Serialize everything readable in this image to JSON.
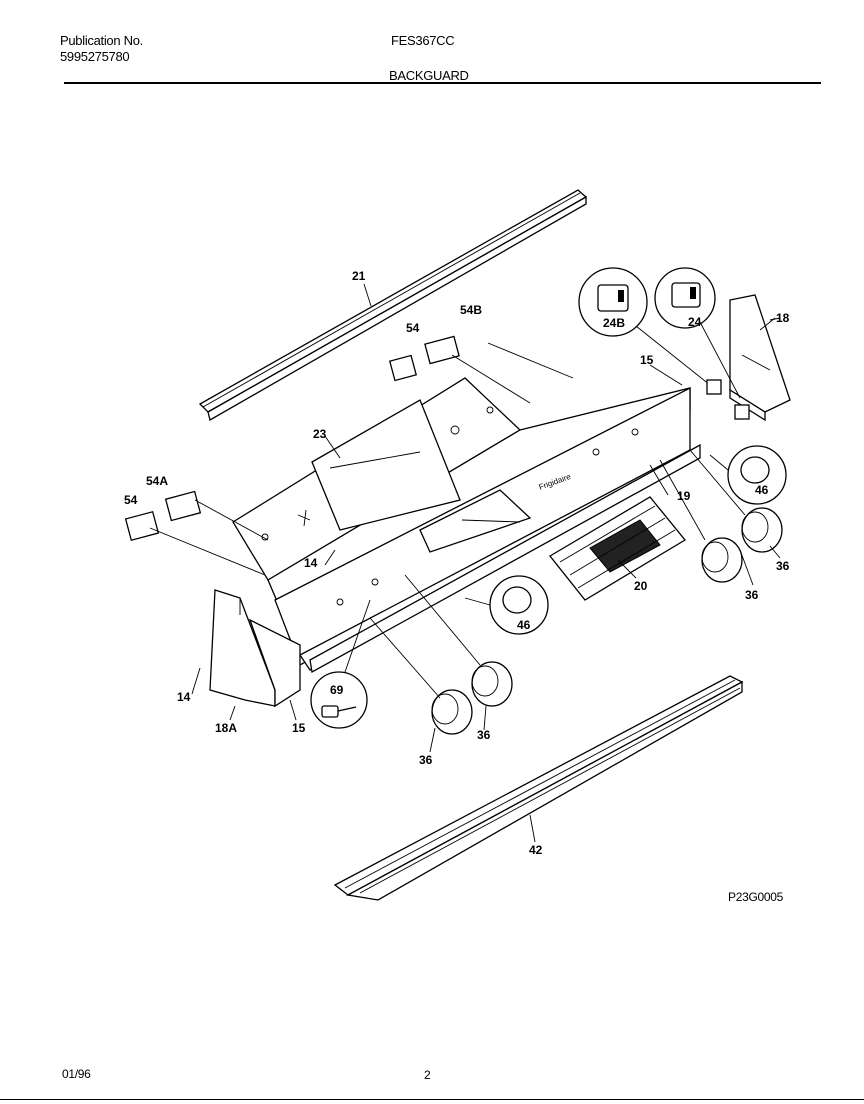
{
  "header": {
    "publication_label": "Publication No.",
    "publication_number": "5995275780",
    "model": "FES367CC",
    "section_title": "BACKGUARD"
  },
  "footer": {
    "date": "01/96",
    "page_number": "2",
    "drawing_code": "P23G0005"
  },
  "callouts": {
    "c21": "21",
    "c54_top": "54",
    "c54b": "54B",
    "c24b": "24B",
    "c24": "24",
    "c18": "18",
    "c15_right": "15",
    "c23": "23",
    "c54a": "54A",
    "c54_left": "54",
    "c19": "19",
    "c46_right": "46",
    "c36_r1": "36",
    "c36_r2": "36",
    "c20": "20",
    "c14_mid": "14",
    "c46_mid": "46",
    "c14_left": "14",
    "c18a": "18A",
    "c15_left": "15",
    "c69": "69",
    "c36_m1": "36",
    "c36_m2": "36",
    "c42": "42"
  }
}
